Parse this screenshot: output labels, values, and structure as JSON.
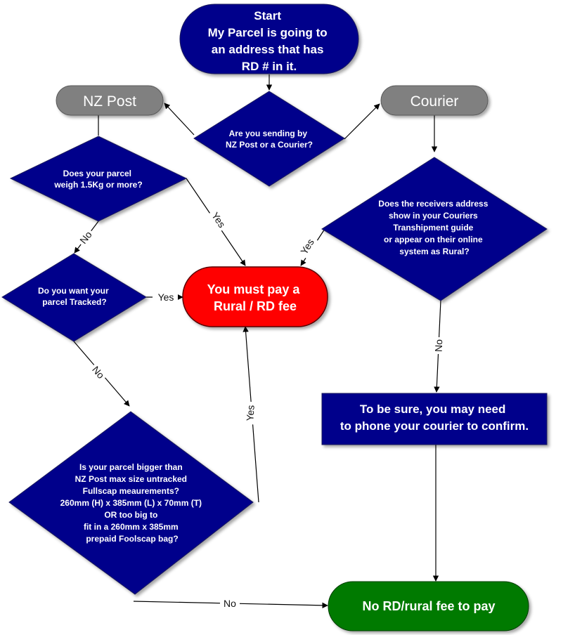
{
  "colors": {
    "process": "#00008b",
    "decision": "#00008b",
    "terminal_grey": "#808080",
    "result_red": "#ff0000",
    "result_green": "#007a00",
    "line": "#000000"
  },
  "nodes": {
    "start": {
      "lines": [
        "Start",
        "My Parcel is going to",
        "an address that has",
        "RD # in it."
      ]
    },
    "nzpost": {
      "lines": [
        "NZ Post"
      ]
    },
    "courier": {
      "lines": [
        "Courier"
      ]
    },
    "send_method": {
      "lines": [
        "Are you sending by",
        "NZ Post or a Courier?"
      ]
    },
    "weight": {
      "lines": [
        "Does your parcel",
        "weigh 1.5Kg or more?"
      ]
    },
    "tracked": {
      "lines": [
        "Do you want your",
        "parcel Tracked?"
      ]
    },
    "rural_check": {
      "lines": [
        "Does the receivers address",
        "show in your Couriers",
        "Transhipment guide",
        "or appear on their online",
        "system as Rural?"
      ]
    },
    "must_pay": {
      "lines": [
        "You must pay a",
        "Rural / RD fee"
      ]
    },
    "phone_courier": {
      "lines": [
        "To be sure, you may need",
        "to phone your courier to confirm."
      ]
    },
    "size": {
      "lines": [
        "Is your parcel bigger than",
        "NZ Post max size untracked",
        "Fullscap meaurements?",
        "260mm (H) x 385mm (L) x 70mm (T)",
        "OR too big to",
        "fit in a 260mm x 385mm",
        "prepaid Foolscap bag?"
      ]
    },
    "no_fee": {
      "lines": [
        "No RD/rural fee to pay"
      ]
    }
  },
  "edges": {
    "weight_yes": "Yes",
    "weight_no": "No",
    "tracked_yes": "Yes",
    "tracked_no": "No",
    "rural_yes": "Yes",
    "rural_no": "No",
    "size_yes": "Yes",
    "size_no": "No"
  }
}
